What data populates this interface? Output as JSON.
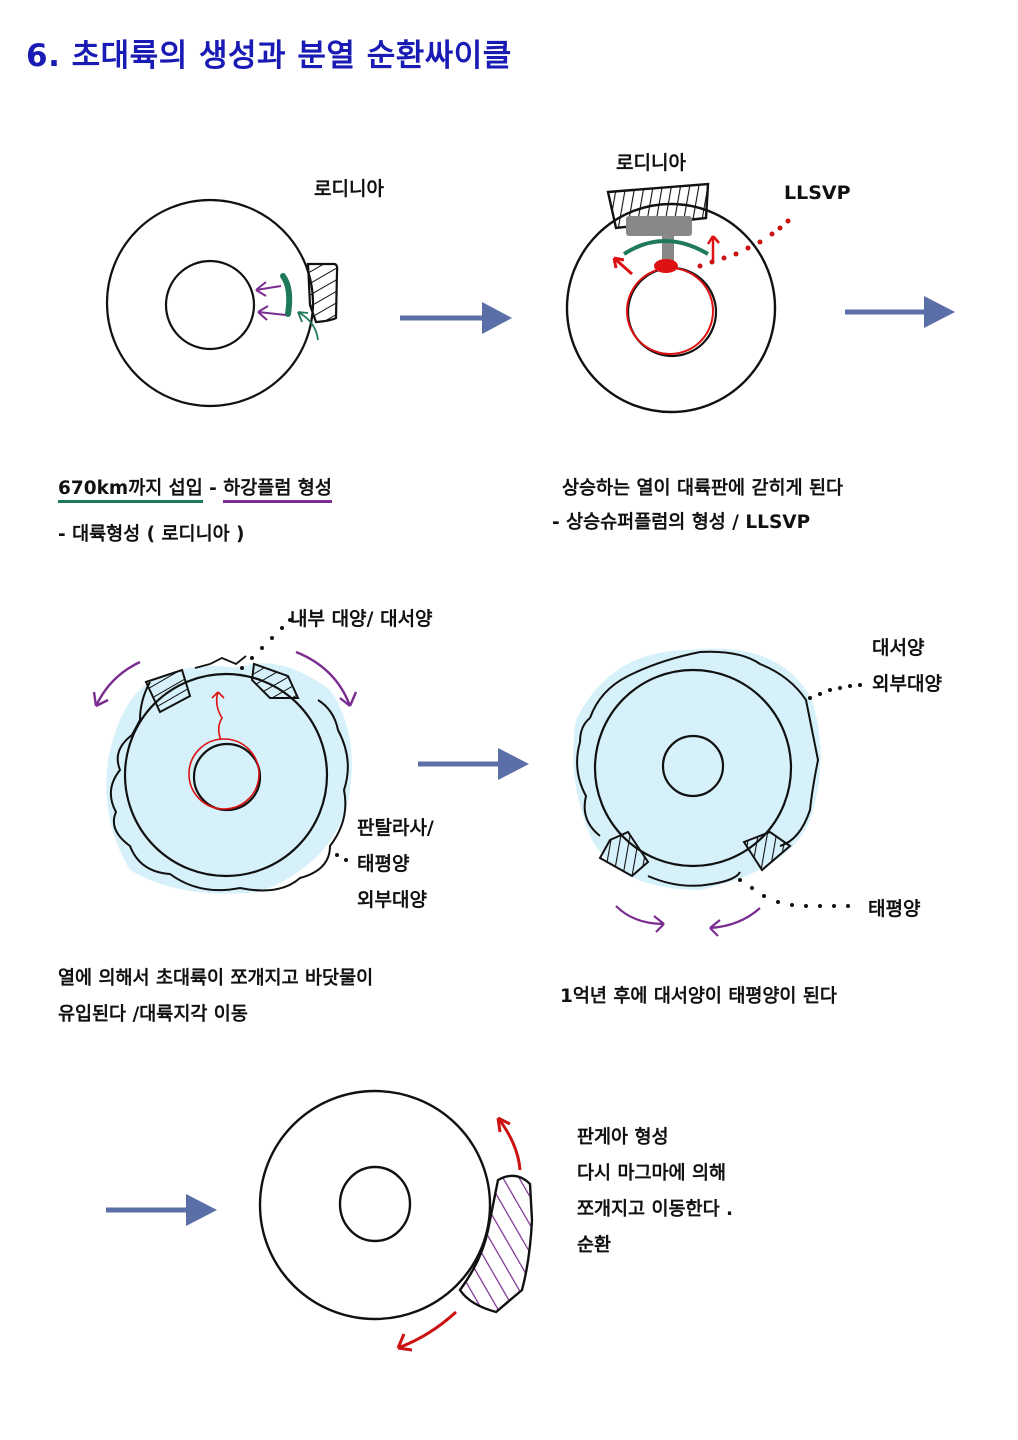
{
  "title": "6. 초대륙의 생성과 분열 순환싸이클",
  "colors": {
    "title": "#1a1ab4",
    "arrow": "#5a6fa8",
    "plume_red": "#d11",
    "slab_green": "#1e7a5a",
    "flow_purple": "#7a2c90",
    "ocean": "#d6f1fa"
  },
  "panel1": {
    "label": "로디니아",
    "caption_line1_part1": "670km까지 섭입",
    "caption_line1_sep": " - ",
    "caption_line1_part2": "하강플럼 형성",
    "caption_line2": "- 대륙형성 ( 로디니아 )"
  },
  "panel2": {
    "label": "로디니아",
    "llsvp_label": "LLSVP",
    "caption_line1": "상승하는 열이 대륙판에 갇히게 된다",
    "caption_line2": "- 상승슈퍼플럼의 형성 / LLSVP"
  },
  "panel3": {
    "label_inner_ocean": "내부 대양/ 대서양",
    "label_outer_1": "판탈라사/",
    "label_outer_2": "태평양",
    "label_outer_3": "외부대양",
    "caption_line1": "열에 의해서 초대륙이 쪼개지고 바닷물이",
    "caption_line2": "유입된다 /대륙지각 이동"
  },
  "panel4": {
    "label_atlantic_1": "대서양",
    "label_atlantic_2": "외부대양",
    "label_pacific": "태평양",
    "caption": "1억년 후에 대서양이 태평양이 된다"
  },
  "panel5": {
    "lines": [
      "판게아 형성",
      "다시 마그마에 의해",
      "쪼개지고 이동한다 .",
      "순환"
    ]
  },
  "arrows": [
    "step-1-to-2",
    "step-2-to-3",
    "step-3-to-4",
    "step-4-to-5"
  ]
}
